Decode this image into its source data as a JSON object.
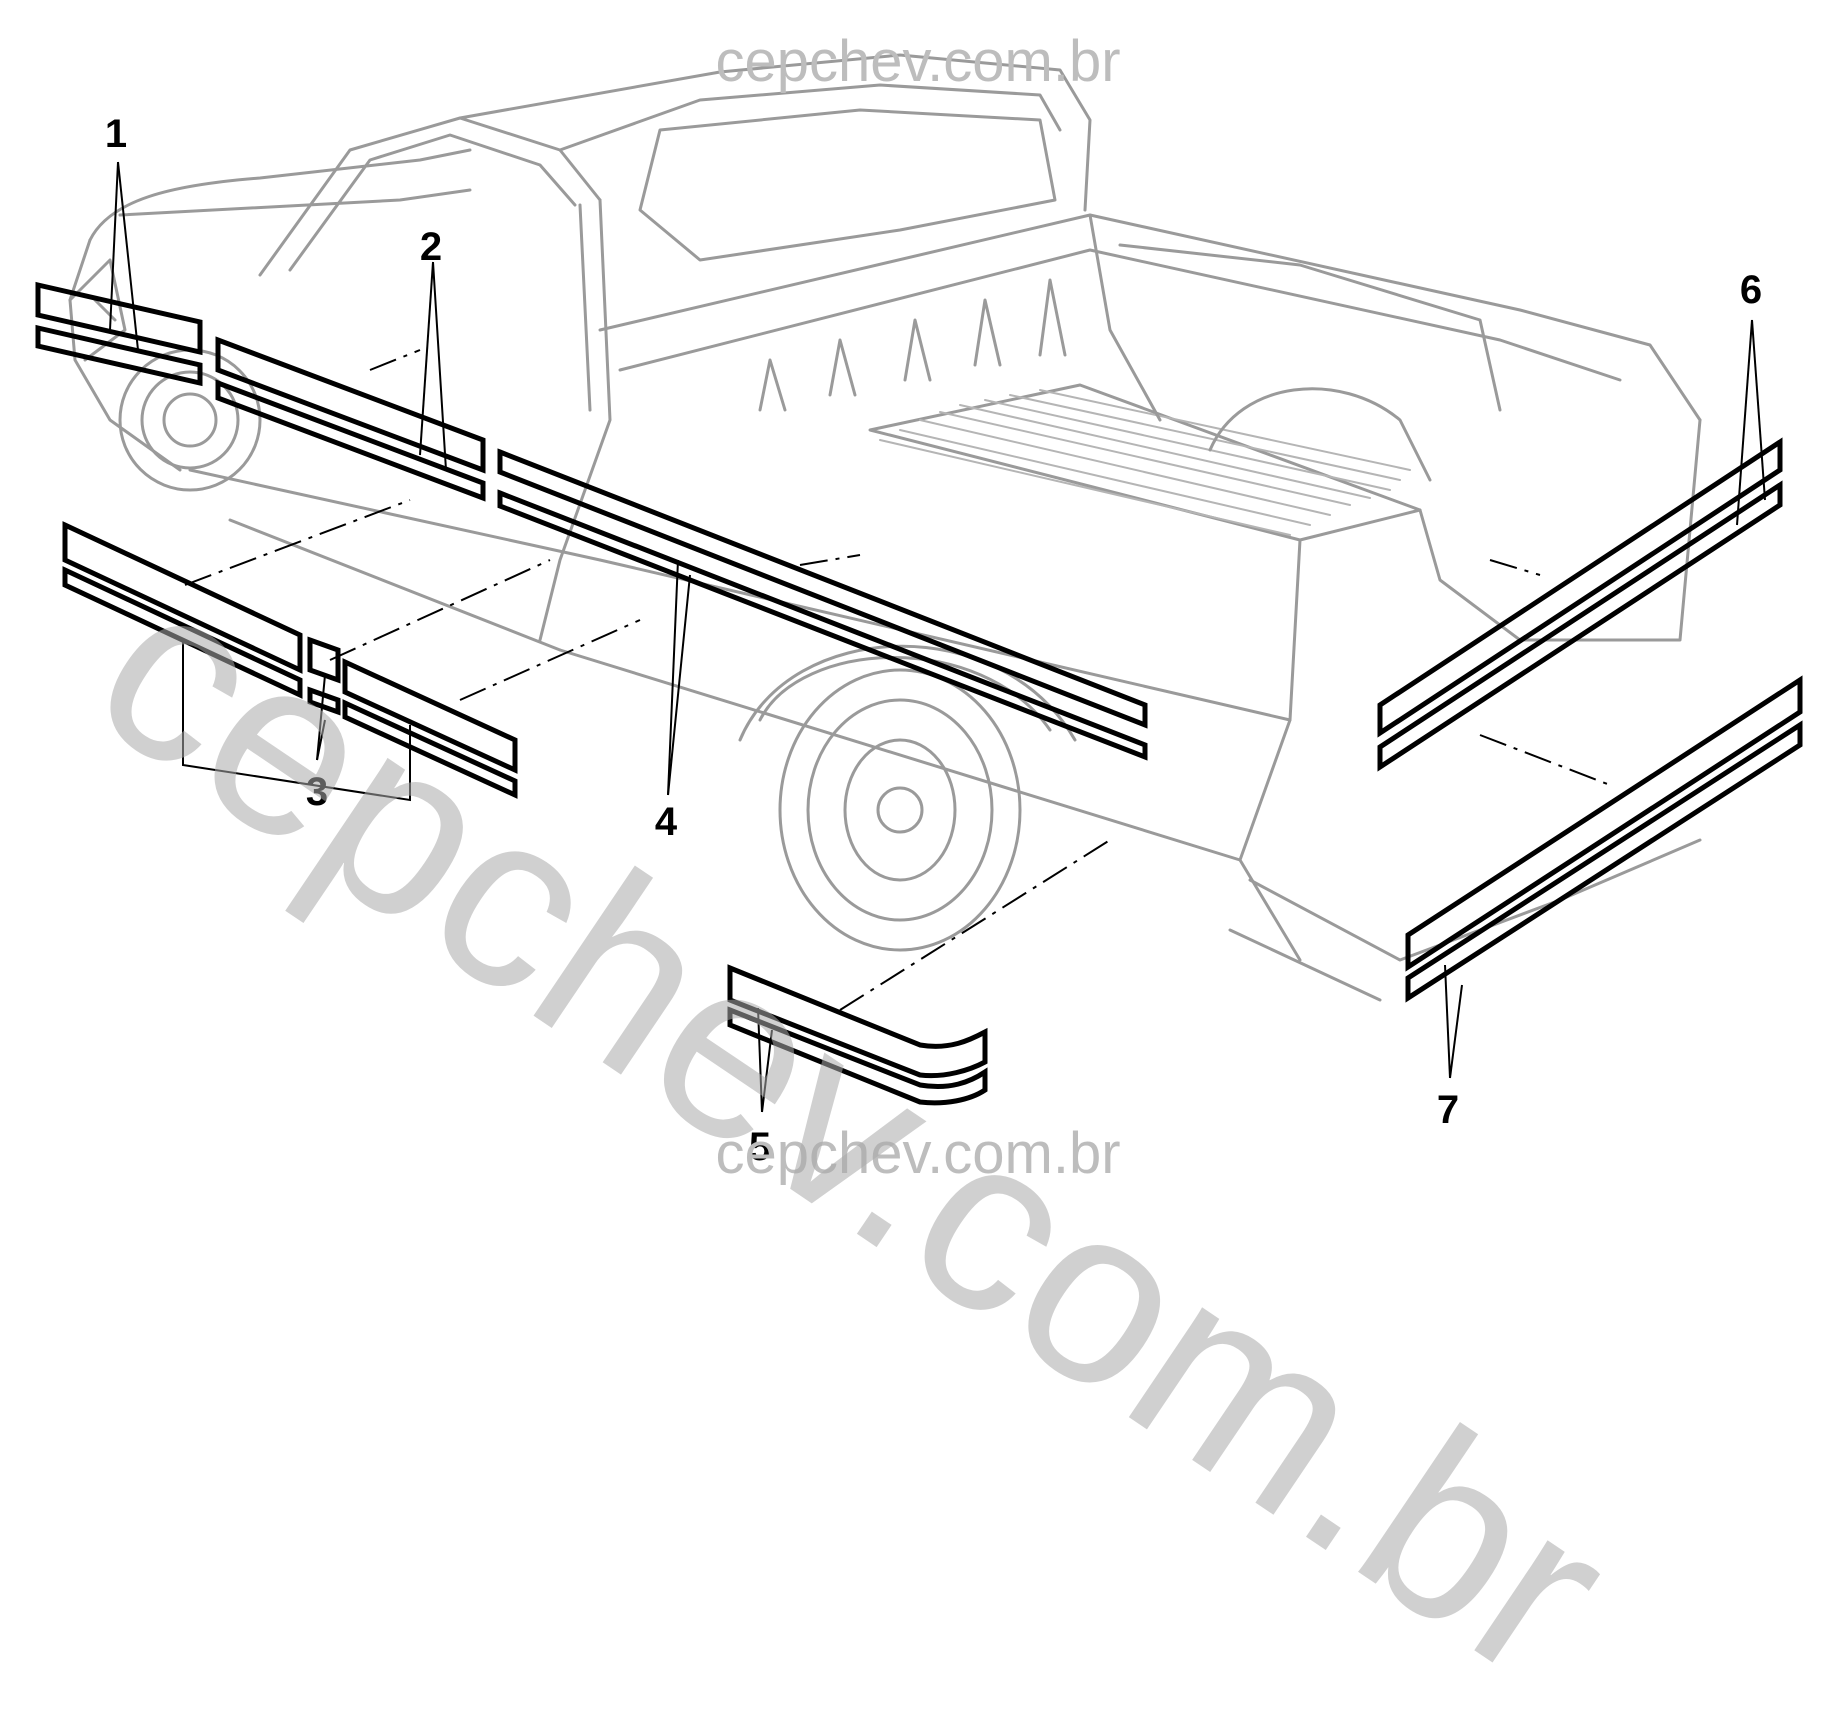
{
  "watermark": {
    "top": "cepchev.com.br",
    "bottom": "cepchev.com.br",
    "diagonal": "cepchev.com.br"
  },
  "callouts": [
    "1",
    "2",
    "3",
    "4",
    "5",
    "6",
    "7"
  ],
  "colors": {
    "truck_lines": "#9a9a9a",
    "stripes": "#000000",
    "watermark": "#bdbdbd"
  }
}
